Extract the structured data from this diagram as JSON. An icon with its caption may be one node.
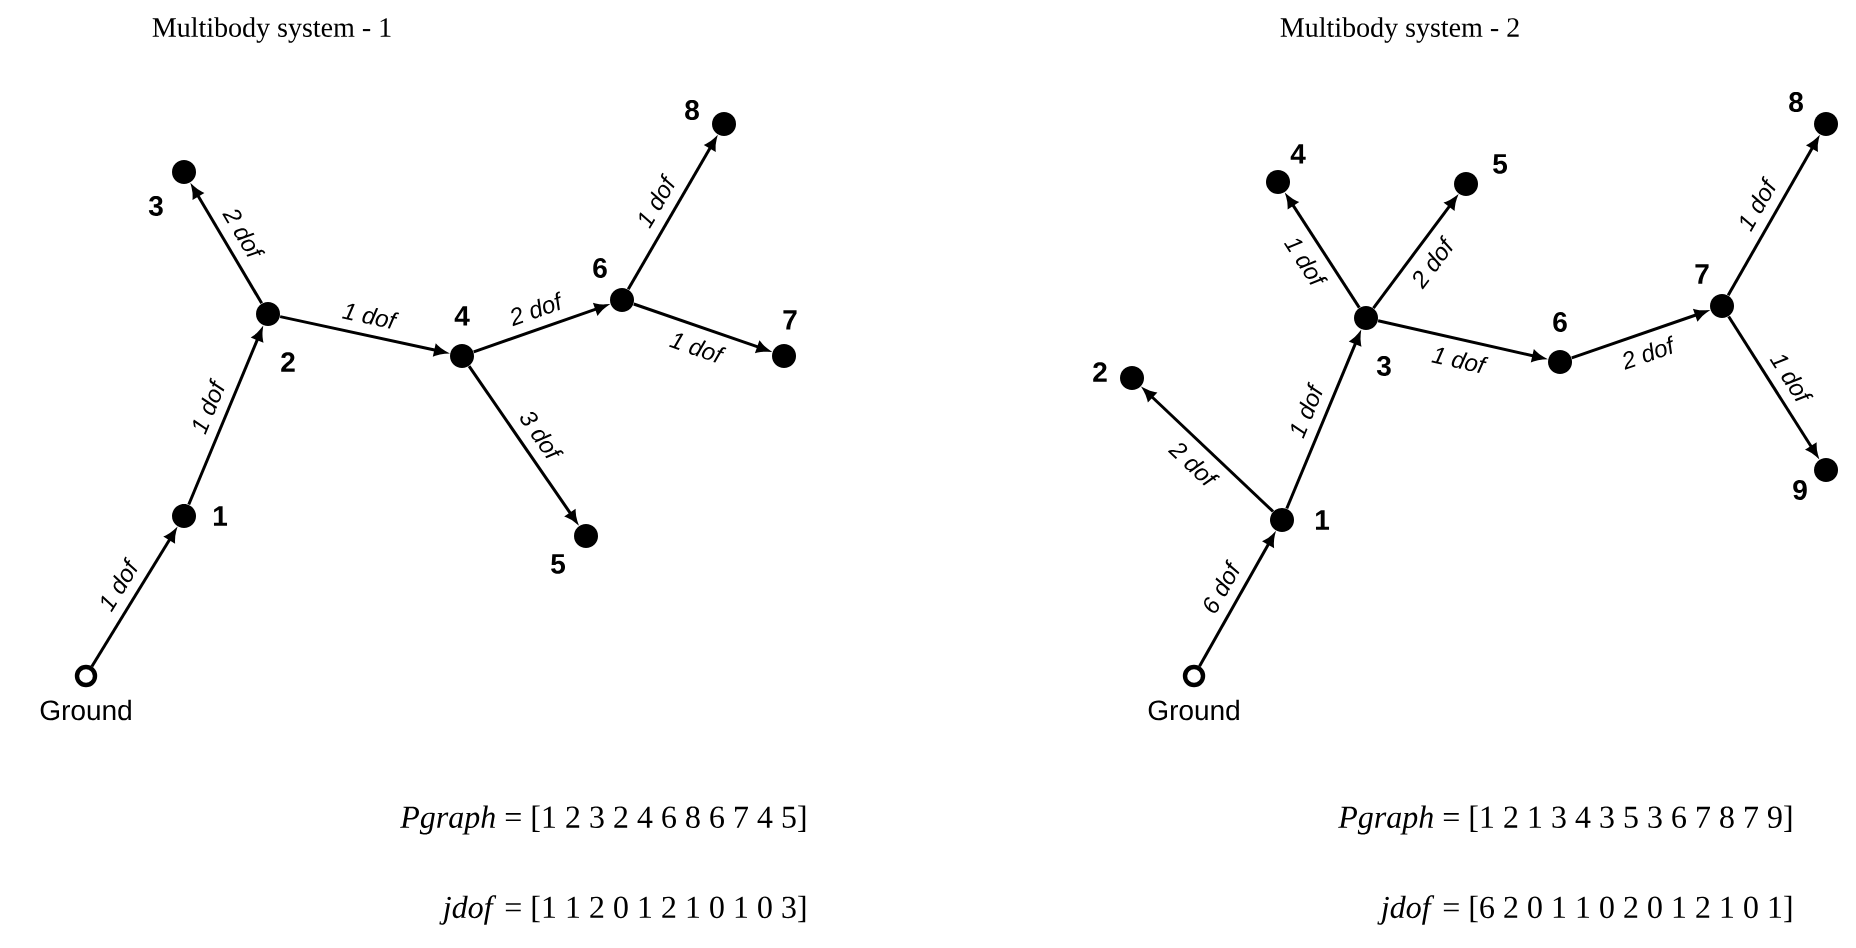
{
  "diagram": {
    "nodes": [
      {
        "text": [],
        "shape": "circle",
        "beside": [
          "Ground"
        ]
      },
      {
        "text": [],
        "shape": "circle",
        "beside": [
          "1"
        ]
      },
      {
        "text": [],
        "shape": "circle",
        "beside": [
          "2"
        ]
      },
      {
        "text": [],
        "shape": "circle",
        "beside": [
          "3"
        ]
      },
      {
        "text": [],
        "shape": "circle",
        "beside": [
          "4"
        ]
      },
      {
        "text": [],
        "shape": "circle",
        "beside": [
          "5"
        ]
      },
      {
        "text": [],
        "shape": "circle",
        "beside": [
          "6"
        ]
      },
      {
        "text": [],
        "shape": "circle",
        "beside": [
          "7"
        ]
      },
      {
        "text": [],
        "shape": "circle",
        "beside": [
          "8"
        ]
      },
      {
        "text": [],
        "shape": "circle",
        "beside": [
          "Ground"
        ]
      },
      {
        "text": [],
        "shape": "circle",
        "beside": [
          "1"
        ]
      },
      {
        "text": [],
        "shape": "circle",
        "beside": [
          "2"
        ]
      },
      {
        "text": [],
        "shape": "circle",
        "beside": [
          "3"
        ]
      },
      {
        "text": [],
        "shape": "circle",
        "beside": [
          "4"
        ]
      },
      {
        "text": [],
        "shape": "circle",
        "beside": [
          "5"
        ]
      },
      {
        "text": [],
        "shape": "circle",
        "beside": [
          "6"
        ]
      },
      {
        "text": [],
        "shape": "circle",
        "beside": [
          "7"
        ]
      },
      {
        "text": [],
        "shape": "circle",
        "beside": [
          "8"
        ]
      },
      {
        "text": [],
        "shape": "circle",
        "beside": [
          "9"
        ]
      }
    ],
    "edges": [
      {
        "from": 0,
        "to": 1,
        "arrow": "to",
        "label": "1 dof"
      },
      {
        "from": 1,
        "to": 2,
        "arrow": "to",
        "label": "1 dof"
      },
      {
        "from": 2,
        "to": 3,
        "arrow": "to",
        "label": "2 dof"
      },
      {
        "from": 2,
        "to": 4,
        "arrow": "to",
        "label": "1 dof"
      },
      {
        "from": 4,
        "to": 6,
        "arrow": "to",
        "label": "2 dof"
      },
      {
        "from": 4,
        "to": 5,
        "arrow": "to",
        "label": "3 dof"
      },
      {
        "from": 6,
        "to": 8,
        "arrow": "to",
        "label": "1 dof"
      },
      {
        "from": 6,
        "to": 7,
        "arrow": "to",
        "label": "1 dof"
      },
      {
        "from": 9,
        "to": 10,
        "arrow": "to",
        "label": "6 dof"
      },
      {
        "from": 10,
        "to": 11,
        "arrow": "to",
        "label": "2 dof"
      },
      {
        "from": 10,
        "to": 12,
        "arrow": "to",
        "label": "1 dof"
      },
      {
        "from": 12,
        "to": 13,
        "arrow": "to",
        "label": "1 dof"
      },
      {
        "from": 12,
        "to": 14,
        "arrow": "to",
        "label": "2 dof"
      },
      {
        "from": 12,
        "to": 15,
        "arrow": "to",
        "label": "1 dof"
      },
      {
        "from": 15,
        "to": 16,
        "arrow": "to",
        "label": "2 dof"
      },
      {
        "from": 16,
        "to": 17,
        "arrow": "to",
        "label": "1 dof"
      },
      {
        "from": 16,
        "to": 18,
        "arrow": "to",
        "label": "1 dof"
      }
    ],
    "labels": [
      "Multibody system - 1",
      "Multibody system - 2",
      "*Pgraph* = [1 2 3 2 4 6 8 6 7 4 5]",
      "*Pgraph* = [1 2 1 3 4 3 5 3 6 7 8 7 9]",
      "*jdof* = [1 1 2 0 1 2 1 0 1 0 3]",
      "*jdof* = [6 2 0 1 1 0 2 0 1 2 1 0 1]"
    ]
  }
}
